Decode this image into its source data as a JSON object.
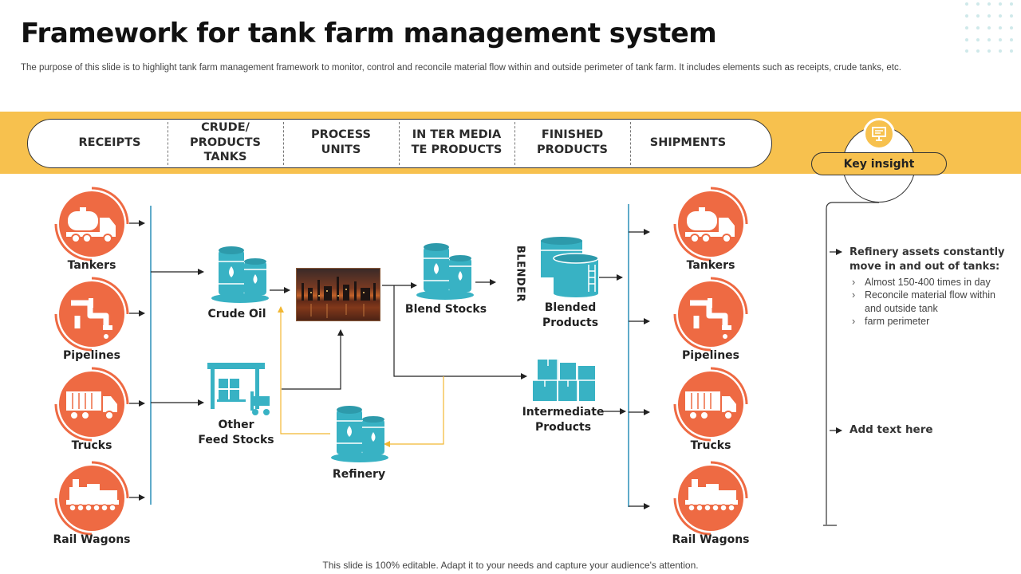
{
  "title": "Framework for tank farm management system",
  "subtitle": "The purpose of this slide is to highlight tank farm management framework to monitor, control and reconcile material flow within and outside perimeter of tank farm. It includes elements such as receipts, crude tanks, etc.",
  "stages": [
    "RECEIPTS",
    "CRUDE/\nPRODUCTS\nTANKS",
    "PROCESS\nUNITS",
    "IN TER MEDIA\nTE PRODUCTS",
    "FINISHED\nPRODUCTS",
    "SHIPMENTS"
  ],
  "receipts": [
    "Tankers",
    "Pipelines",
    "Trucks",
    "Rail Wagons"
  ],
  "shipments": [
    "Tankers",
    "Pipelines",
    "Trucks",
    "Rail Wagons"
  ],
  "nodes": {
    "crude_oil": "Crude Oil",
    "other_feed": "Other\nFeed Stocks",
    "refinery": "Refinery",
    "blend_stocks": "Blend Stocks",
    "blender": "BLENDER",
    "blended_products": "Blended\nProducts",
    "intermediate_products": "Intermediate\nProducts"
  },
  "key_insight": {
    "label": "Key insight",
    "point1_title": "Refinery assets constantly move in and out of tanks:",
    "point1_items": [
      "Almost 150-400 times in day",
      "Reconcile material flow within and outside tank",
      "farm perimeter"
    ],
    "point2_title": "Add text here"
  },
  "footer": "This slide is 100% editable. Adapt it to your needs and capture your audience's attention.",
  "colors": {
    "accent_yellow": "#F7C14E",
    "icon_orange": "#EE6A43",
    "teal": "#38B2C4",
    "flow_yellow": "#F2B732"
  }
}
